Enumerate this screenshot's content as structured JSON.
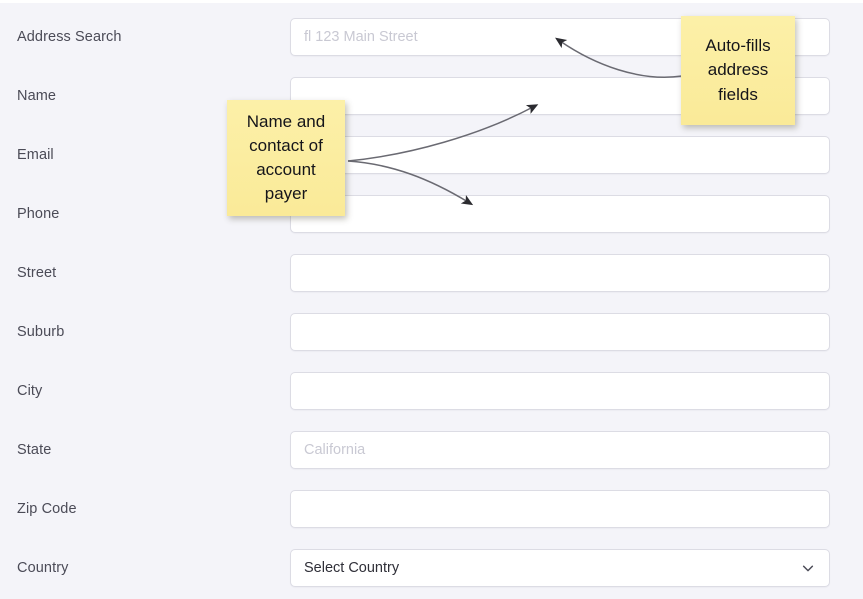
{
  "form": {
    "rows": [
      {
        "label": "Address Search",
        "type": "text",
        "value": "",
        "placeholder": "fl 123 Main Street"
      },
      {
        "label": "Name",
        "type": "text",
        "value": "",
        "placeholder": ""
      },
      {
        "label": "Email",
        "type": "text",
        "value": "",
        "placeholder": ""
      },
      {
        "label": "Phone",
        "type": "text",
        "value": "",
        "placeholder": ""
      },
      {
        "label": "Street",
        "type": "text",
        "value": "",
        "placeholder": ""
      },
      {
        "label": "Suburb",
        "type": "text",
        "value": "",
        "placeholder": ""
      },
      {
        "label": "City",
        "type": "text",
        "value": "",
        "placeholder": ""
      },
      {
        "label": "State",
        "type": "text",
        "value": "",
        "placeholder": "California"
      },
      {
        "label": "Zip Code",
        "type": "text",
        "value": "",
        "placeholder": ""
      },
      {
        "label": "Country",
        "type": "select",
        "value": "Select Country",
        "placeholder": ""
      }
    ]
  },
  "annotations": {
    "notes": [
      {
        "id": "auto-fills-note",
        "text": "Auto-fills address fields"
      },
      {
        "id": "account-payer-note",
        "text": "Name and contact of account payer"
      }
    ]
  },
  "icons": {
    "chevron_down": "chevron-down-icon"
  },
  "colors": {
    "page_background": "#f4f4f9",
    "field_background": "#ffffff",
    "field_border": "#dcdce4",
    "label_text": "#4b4b57",
    "placeholder_text": "#c9c9d3",
    "value_text": "#2f2f38",
    "sticky_note": "#fbeea4",
    "annotation_arrow": "#5a5a60"
  }
}
